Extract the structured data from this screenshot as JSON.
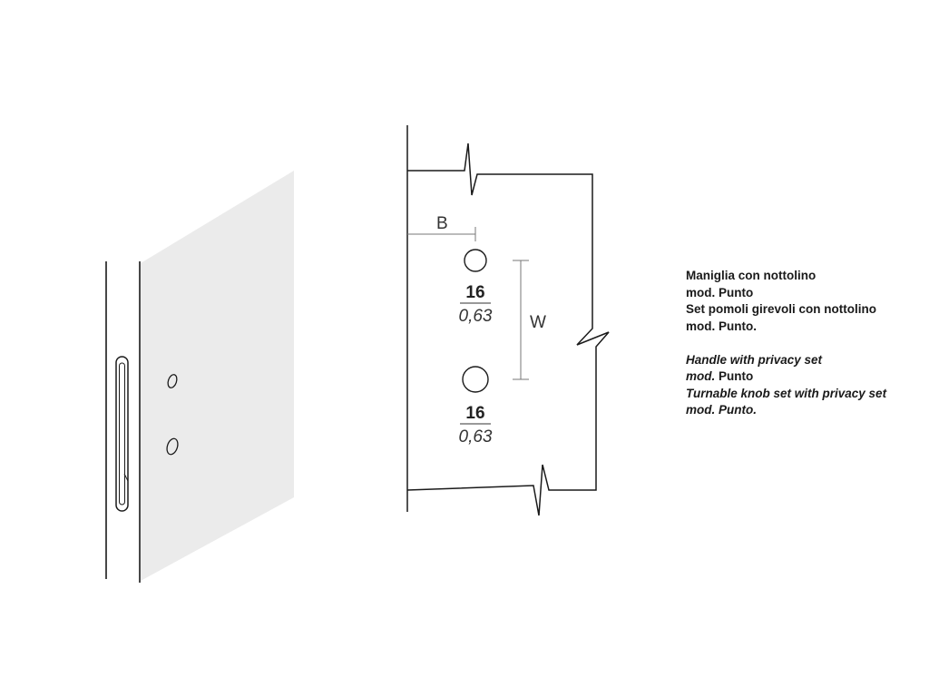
{
  "diagram": {
    "dimension_b": "B",
    "dimension_w": "W",
    "holes": [
      {
        "value_mm": "16",
        "value_in": "0,63"
      },
      {
        "value_mm": "16",
        "value_in": "0,63"
      }
    ]
  },
  "legend": {
    "it_line1": "Maniglia con nottolino",
    "it_line2": "mod. Punto",
    "it_line3": "Set pomoli girevoli con nottolino",
    "it_line4": "mod. Punto.",
    "en_line1": "Handle with privacy set",
    "en_line2_prefix": "mod.",
    "en_line2_suffix": " Punto",
    "en_line3": "Turnable knob set with privacy set",
    "en_line4": "mod. Punto."
  },
  "colors": {
    "door_face": "#ebebeb",
    "outline": "#1a1a1a",
    "dimension_line": "#777777"
  }
}
